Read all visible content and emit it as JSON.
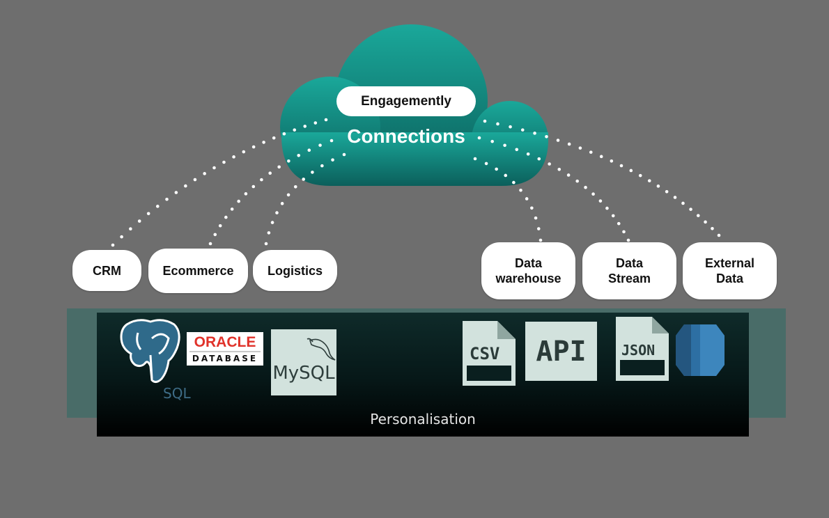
{
  "cloud": {
    "brand": "Engagemently",
    "title": "Connections",
    "color_top": "#1aa89a",
    "color_bottom": "#0b5f5b"
  },
  "nodes": [
    {
      "id": "crm",
      "lines": [
        "CRM"
      ]
    },
    {
      "id": "ecommerce",
      "lines": [
        "Ecommerce"
      ]
    },
    {
      "id": "logistics",
      "lines": [
        "Logistics"
      ]
    },
    {
      "id": "data-warehouse",
      "lines": [
        "Data",
        "warehouse"
      ]
    },
    {
      "id": "data-stream",
      "lines": [
        "Data",
        "Stream"
      ]
    },
    {
      "id": "external-data",
      "lines": [
        "External",
        "Data"
      ]
    }
  ],
  "band": {
    "label": "Personalisation"
  },
  "logos": {
    "postgres": {
      "icon": "postgresql-elephant-icon",
      "caption": "SQL"
    },
    "oracle": {
      "icon": "oracle-database-logo",
      "line1": "ORACLE",
      "line2": "DATABASE"
    },
    "mysql": {
      "icon": "mysql-dolphin-logo",
      "text": "MySQL"
    },
    "csv": {
      "icon": "csv-file-icon",
      "text": "CSV"
    },
    "api": {
      "icon": "api-icon",
      "text": "API"
    },
    "json": {
      "icon": "json-file-icon",
      "text": "JSON"
    },
    "redshift": {
      "icon": "database-cylinder-icon"
    }
  }
}
